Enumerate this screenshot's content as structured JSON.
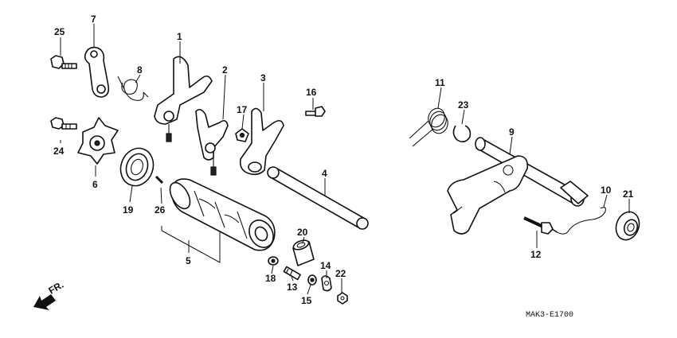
{
  "callouts": {
    "c1": "1",
    "c2": "2",
    "c3": "3",
    "c4": "4",
    "c5": "5",
    "c6": "6",
    "c7": "7",
    "c8": "8",
    "c9": "9",
    "c10": "10",
    "c11": "11",
    "c12": "12",
    "c13": "13",
    "c14": "14",
    "c15": "15",
    "c16": "16",
    "c17": "17",
    "c18": "18",
    "c19": "19",
    "c20": "20",
    "c21": "21",
    "c22": "22",
    "c23": "23",
    "c24": "24",
    "c25": "25",
    "c26": "26"
  },
  "orientation": {
    "label": "FR."
  },
  "diagram_code": "MAK3-E1700"
}
